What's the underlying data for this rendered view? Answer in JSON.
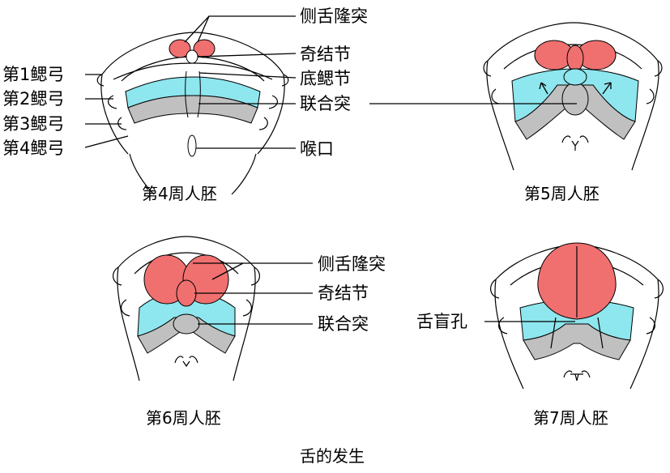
{
  "title": "舌的发生",
  "colors": {
    "lateral_lingual_swelling": "#f07070",
    "branchial_arch_2": "#8ee6ee",
    "branchial_arch_3": "#c0c0c0",
    "outline": "#000000",
    "background": "#ffffff"
  },
  "panels": {
    "week4": {
      "caption": "第4周人胚",
      "labels": {
        "lateral_lingual_swelling": "侧舌隆突",
        "tuberculum_impar": "奇结节",
        "copula_basal": "底鳃节",
        "copula": "联合突",
        "laryngeal_orifice": "喉口",
        "arch1": "第1鳃弓",
        "arch2": "第2鳃弓",
        "arch3": "第3鳃弓",
        "arch4": "第4鳃弓"
      }
    },
    "week5": {
      "caption": "第5周人胚",
      "labels": {}
    },
    "week6": {
      "caption": "第6周人胚",
      "labels": {
        "lateral_lingual_swelling": "侧舌隆突",
        "tuberculum_impar": "奇结节",
        "copula": "联合突"
      }
    },
    "week7": {
      "caption": "第7周人胚",
      "labels": {
        "foramen_caecum": "舌盲孔"
      }
    }
  }
}
